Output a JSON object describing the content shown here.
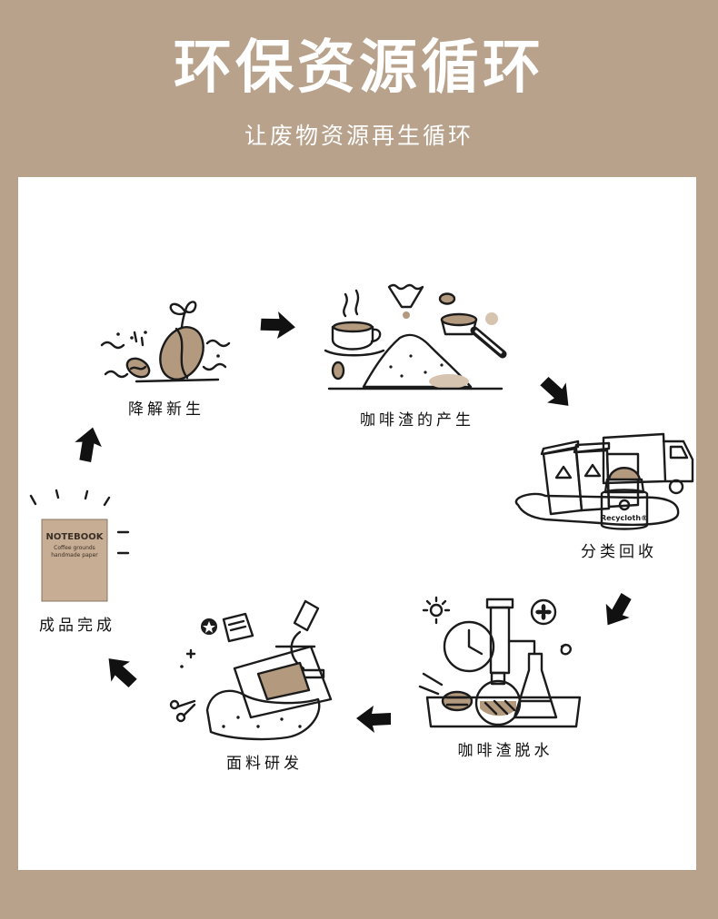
{
  "page": {
    "title": "环保资源循环",
    "subtitle": "让废物资源再生循环"
  },
  "colors": {
    "background": "#b9a28b",
    "panel": "#ffffff",
    "ink": "#1b1b1b",
    "grounds": "#b39a7f",
    "grounds_light": "#d6c4b1",
    "notebook": "#c7ad94"
  },
  "stages": [
    {
      "label": "降解新生",
      "icon": "sprouting-bean-icon"
    },
    {
      "label": "咖啡渣的产生",
      "icon": "coffee-grounds-icon"
    },
    {
      "label": "分类回收",
      "icon": "recycling-bins-icon"
    },
    {
      "label": "咖啡渣脱水",
      "icon": "dehydration-lab-icon"
    },
    {
      "label": "面料研发",
      "icon": "fabric-research-icon"
    },
    {
      "label": "成品完成",
      "icon": "notebook-icon"
    }
  ],
  "notebook": {
    "title": "NOTEBOOK",
    "line1": "Coffee grounds",
    "line2": "handmade paper"
  },
  "jar": {
    "label": "Recycloth®"
  }
}
